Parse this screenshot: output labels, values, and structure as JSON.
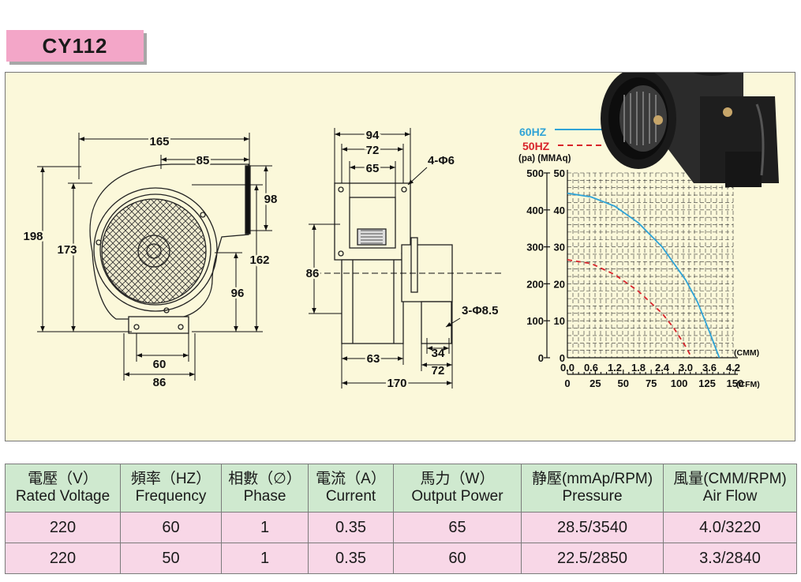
{
  "model": "CY112",
  "dimensions": {
    "front": [
      "165",
      "85",
      "98",
      "198",
      "173",
      "162",
      "96",
      "60",
      "86"
    ],
    "side": [
      "94",
      "72",
      "65",
      "4-Φ6",
      "86",
      "63",
      "170",
      "34",
      "72",
      "3-Φ8.5"
    ]
  },
  "chart_data": {
    "type": "line",
    "legend": [
      {
        "label": "60HZ",
        "color": "#2fa3d6",
        "style": "solid"
      },
      {
        "label": "50HZ",
        "color": "#d8232a",
        "style": "dashed"
      }
    ],
    "y_units": "(pa)  (MMAq)",
    "y_pa_ticks": [
      "500",
      "400",
      "300",
      "200",
      "100",
      "0"
    ],
    "y_mmaq_ticks": [
      "50",
      "40",
      "30",
      "20",
      "10",
      "0"
    ],
    "x_cmm_ticks": [
      "0.0",
      "0.6",
      "1.2",
      "1.8",
      "2.4",
      "3.0",
      "3.6",
      "4.2"
    ],
    "x_cfm_ticks": [
      "0",
      "25",
      "50",
      "75",
      "100",
      "125",
      "150"
    ],
    "x_cmm_unit": "(CMM)",
    "x_cfm_unit": "(CFM)",
    "xlim": [
      0,
      4.2
    ],
    "ylim": [
      0,
      50
    ],
    "grid": true,
    "series": [
      {
        "name": "60HZ",
        "x": [
          0,
          0.6,
          1.2,
          1.8,
          2.4,
          3.0,
          3.3,
          3.6,
          3.85
        ],
        "y": [
          44.5,
          43.5,
          41,
          36.5,
          30,
          21,
          15,
          7,
          0
        ]
      },
      {
        "name": "50HZ",
        "x": [
          0,
          0.6,
          1.2,
          1.8,
          2.4,
          2.7,
          3.0,
          3.15
        ],
        "y": [
          26.5,
          25.5,
          22.5,
          18,
          12,
          8,
          3,
          0
        ]
      }
    ]
  },
  "table": {
    "headers": [
      {
        "cn": "電壓（V）",
        "en": "Rated Voltage"
      },
      {
        "cn": "頻率（HZ）",
        "en": "Frequency"
      },
      {
        "cn": "相數（∅）",
        "en": "Phase"
      },
      {
        "cn": "電流（A）",
        "en": "Current"
      },
      {
        "cn": "馬力（W）",
        "en": "Output Power"
      },
      {
        "cn": "静壓(mmAp/RPM)",
        "en": "Pressure"
      },
      {
        "cn": "風量(CMM/RPM)",
        "en": "Air Flow"
      }
    ],
    "rows": [
      [
        "220",
        "60",
        "1",
        "0.35",
        "65",
        "28.5/3540",
        "4.0/3220"
      ],
      [
        "220",
        "50",
        "1",
        "0.35",
        "60",
        "22.5/2850",
        "3.3/2840"
      ]
    ]
  }
}
